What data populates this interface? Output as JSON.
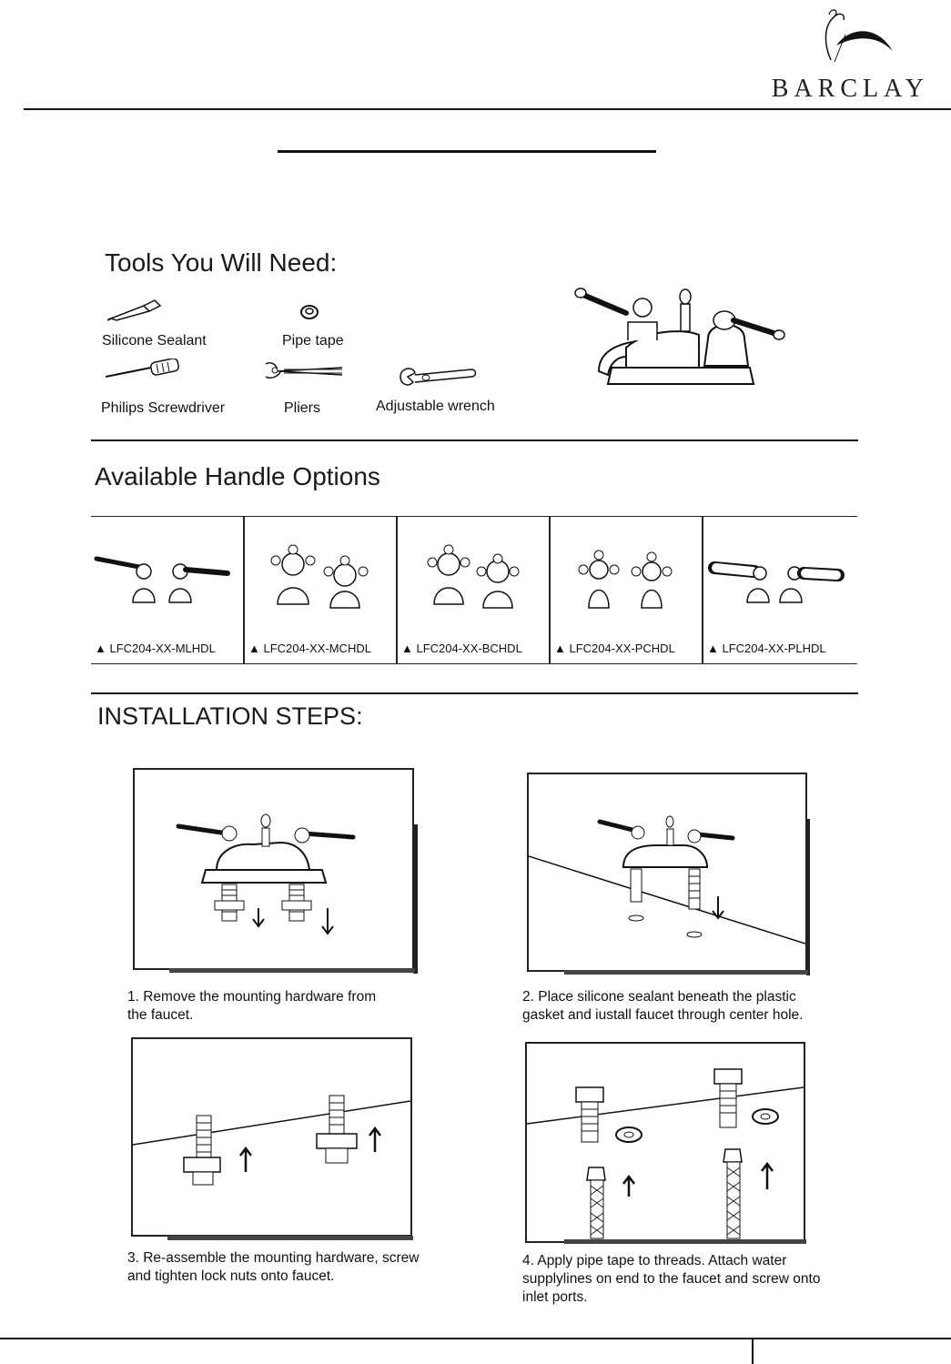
{
  "header": {
    "brand": "BARCLAY",
    "logo_icon": "swan-logo-icon"
  },
  "tools": {
    "title": "Tools You Will Need:",
    "items": [
      {
        "label": "Silicone Sealant",
        "icon": "sealant-tube-icon"
      },
      {
        "label": "Pipe tape",
        "icon": "pipe-tape-icon"
      },
      {
        "label": "Philips Screwdriver",
        "icon": "screwdriver-icon"
      },
      {
        "label": "Pliers",
        "icon": "pliers-icon"
      },
      {
        "label": "Adjustable wrench",
        "icon": "wrench-icon"
      }
    ]
  },
  "handles": {
    "title": "Available Handle Options",
    "options": [
      {
        "label": "▲ LFC204-XX-MLHDL",
        "style": "lever"
      },
      {
        "label": "▲ LFC204-XX-MCHDL",
        "style": "cross"
      },
      {
        "label": "▲ LFC204-XX-BCHDL",
        "style": "cross"
      },
      {
        "label": "▲ LFC204-XX-PCHDL",
        "style": "cross"
      },
      {
        "label": "▲ LFC204-XX-PLHDL",
        "style": "lever"
      }
    ]
  },
  "installation": {
    "title": "INSTALLATION STEPS:",
    "steps": [
      {
        "line1": "1. Remove the mounting hardware from",
        "line2": "the faucet.",
        "line3": ""
      },
      {
        "line1": "2. Place silicone sealant beneath the plastic",
        "line2": "gasket and iustall faucet through center hole.",
        "line3": ""
      },
      {
        "line1": "3. Re-assemble the mounting hardware, screw",
        "line2": "and tighten lock nuts onto faucet.",
        "line3": ""
      },
      {
        "line1": "4. Apply pipe tape to threads. Attach water",
        "line2": "supplylines on end to the faucet and screw onto",
        "line3": "inlet ports."
      }
    ]
  }
}
